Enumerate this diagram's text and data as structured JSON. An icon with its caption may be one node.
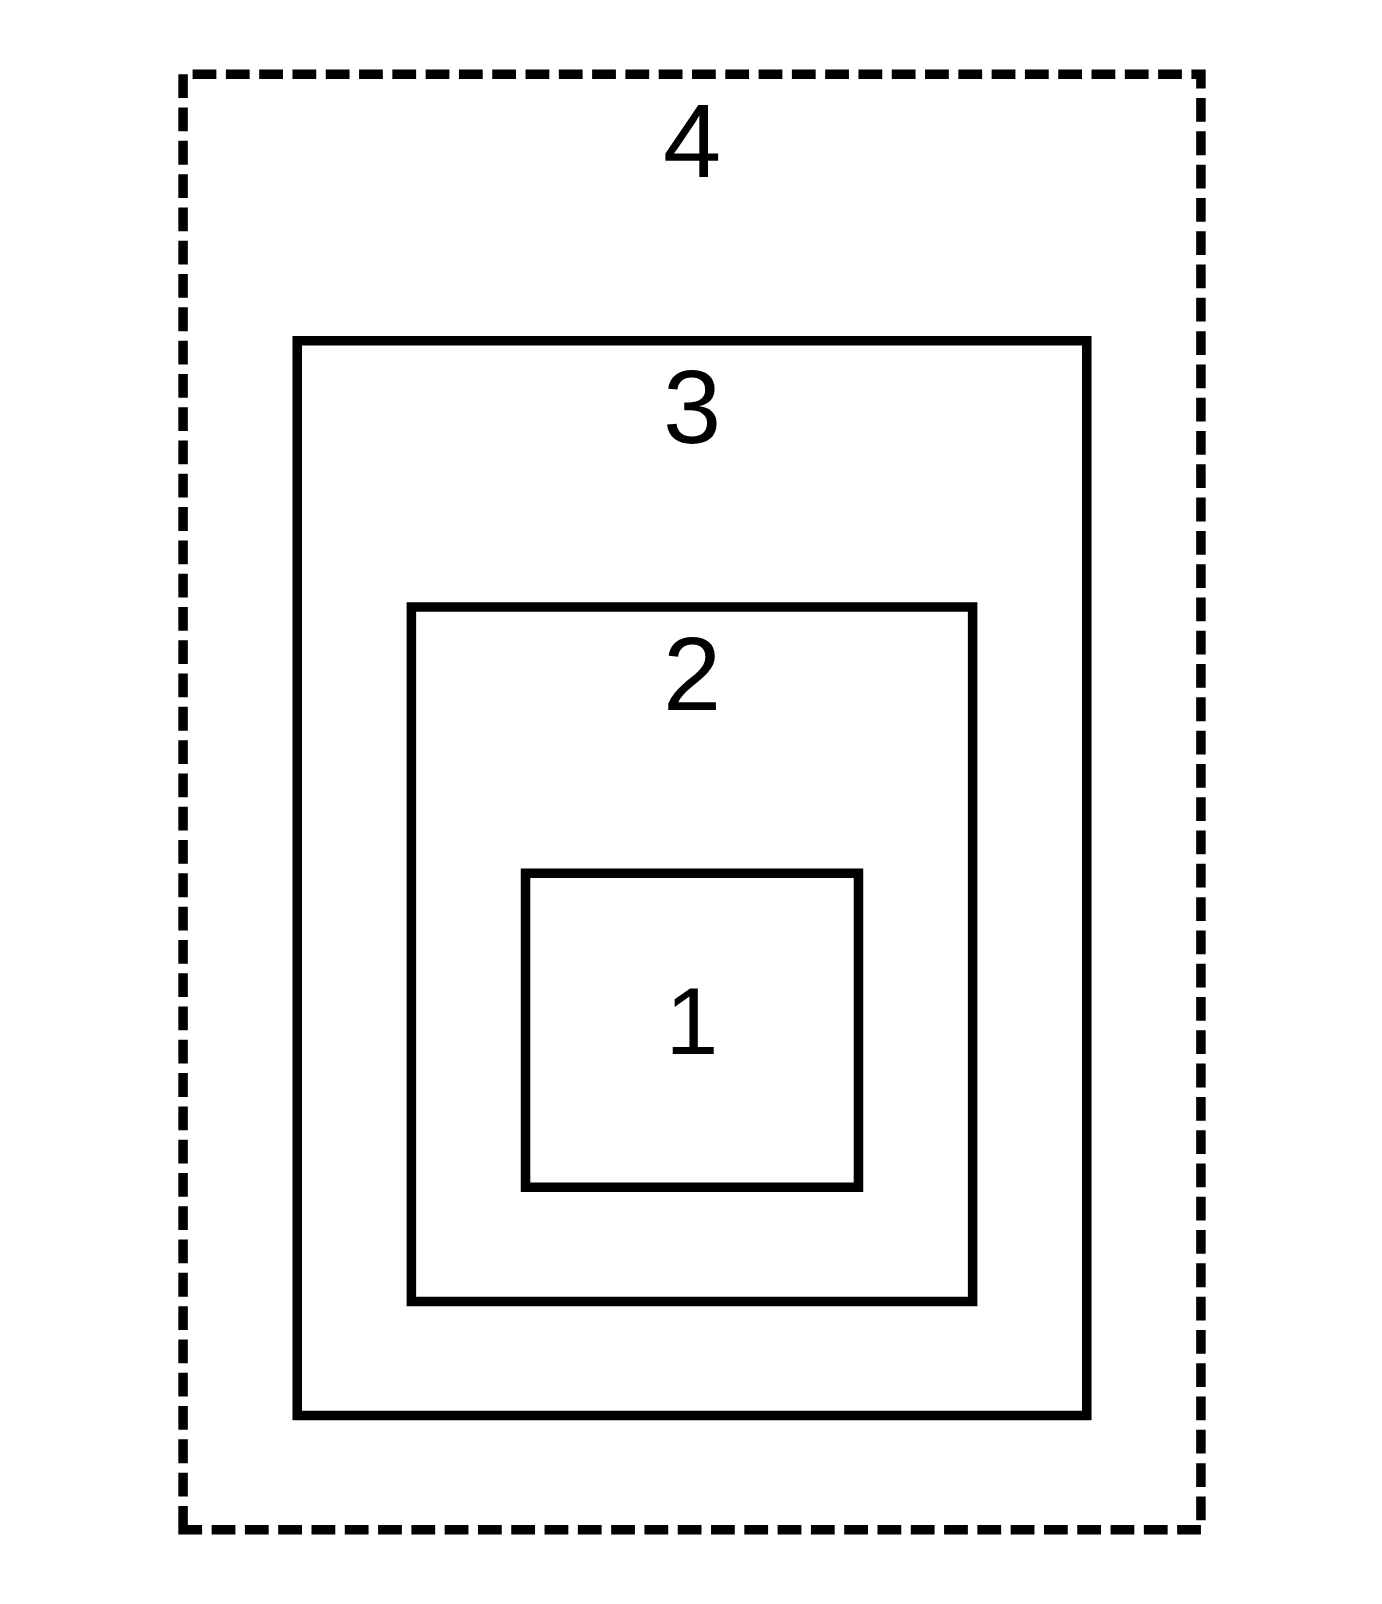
{
  "diagram": {
    "nodes": [
      {
        "text": [
          "4"
        ]
      },
      {
        "text": [
          "3"
        ],
        "in": 0
      },
      {
        "text": [
          "2"
        ],
        "in": 1
      },
      {
        "text": [
          "1"
        ],
        "in": 2
      }
    ]
  }
}
